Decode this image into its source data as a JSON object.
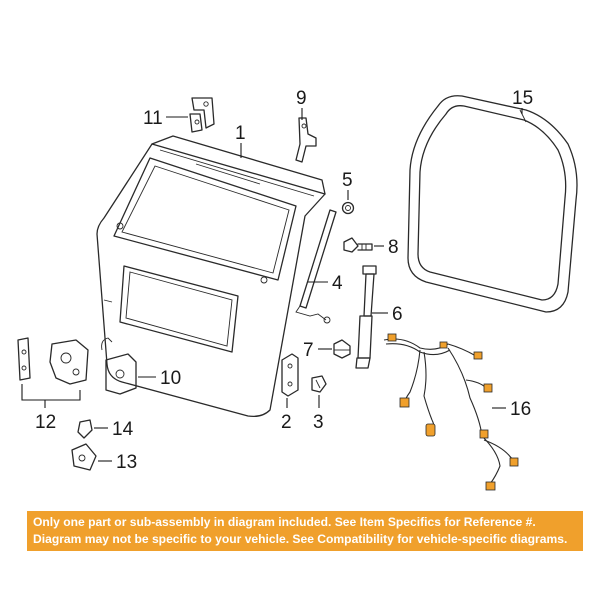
{
  "diagram": {
    "callouts": {
      "c1": "1",
      "c2": "2",
      "c3": "3",
      "c4": "4",
      "c5": "5",
      "c6": "6",
      "c7": "7",
      "c8": "8",
      "c9": "9",
      "c10": "10",
      "c11": "11",
      "c12": "12",
      "c13": "13",
      "c14": "14",
      "c15": "15",
      "c16": "16"
    },
    "colors": {
      "harness_connector": "#f0a02c",
      "notice_background": "#f0a02c",
      "line": "#2a2a2a"
    }
  },
  "notice": {
    "line1": "Only one part or sub-assembly in diagram included. See Item Specifics for Reference #.",
    "line2": "Diagram may not be specific to your vehicle. See Compatibility for vehicle-specific diagrams."
  }
}
